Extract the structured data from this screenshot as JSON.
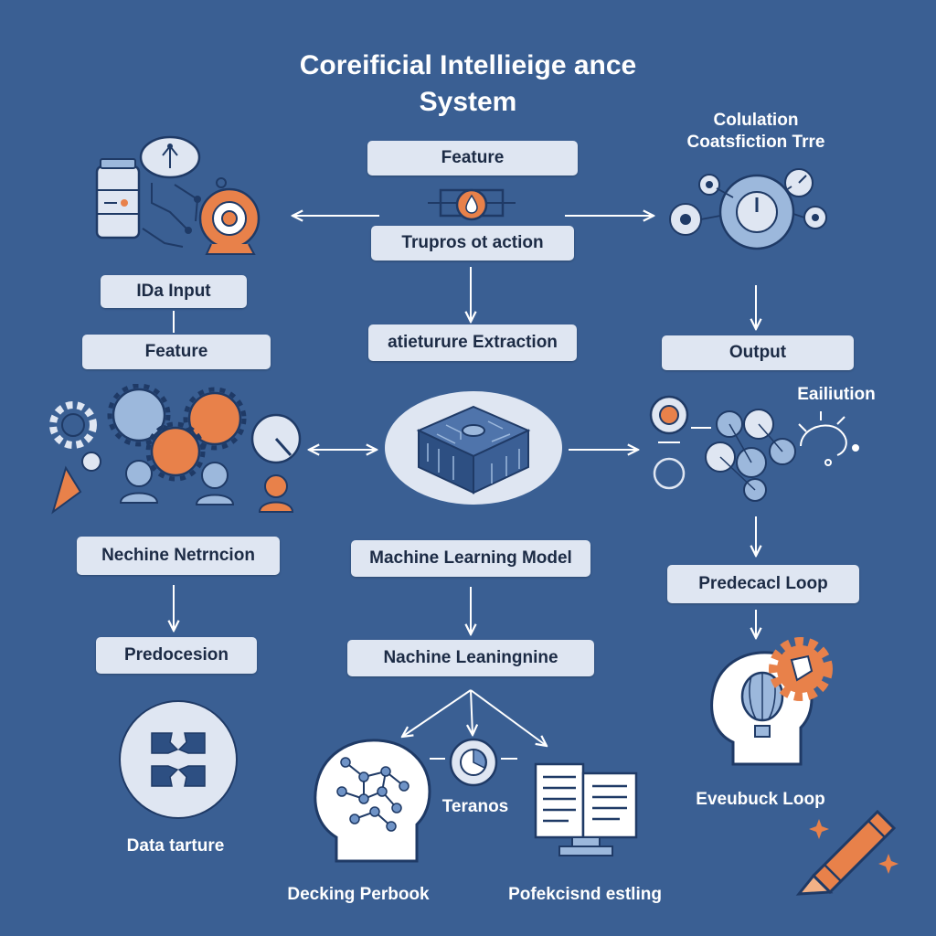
{
  "title": {
    "line1": "Coreificial Intellieige ance",
    "line2": "System"
  },
  "boxes": {
    "feature_top": "Feature",
    "trupros": "Trupros ot action",
    "ida_input": "IDa Input",
    "feature_left": "Feature",
    "atieture": "atieturure Extraction",
    "output": "Output",
    "nechine": "Nechine Netrncion",
    "ml_model": "Machine Learning Model",
    "predecacl": "Predecacl Loop",
    "predocesion": "Predocesion",
    "nachine_engine": "Nachine Leaningnine"
  },
  "labels": {
    "colulation": "Colulation",
    "coatsfiction": "Coatsfiction Trre",
    "eailiution": "Eailiution",
    "teranos": "Teranos",
    "eveubuck": "Eveubuck Loop",
    "data_tarture": "Data tarture",
    "decking": "Decking Perbook",
    "pofekcisnd": "Pofekcisnd estling"
  },
  "icons": [
    "server-icon",
    "lightbulb-icon",
    "target-icon",
    "flask-icon",
    "gauge-icon",
    "gears-icon",
    "person-icon",
    "circuit-chip-icon",
    "network-icon",
    "head-balloon-icon",
    "gear-icon",
    "puzzle-icon",
    "brain-head-icon",
    "pie-chart-icon",
    "document-monitor-icon",
    "crayon-icon",
    "sparkle-icon"
  ],
  "colors": {
    "background": "#3a5f93",
    "box": "#dfe6f2",
    "accent": "#e8814a",
    "navy": "#1f3a66",
    "light_blue": "#9cb8dc",
    "line": "#ffffff"
  }
}
